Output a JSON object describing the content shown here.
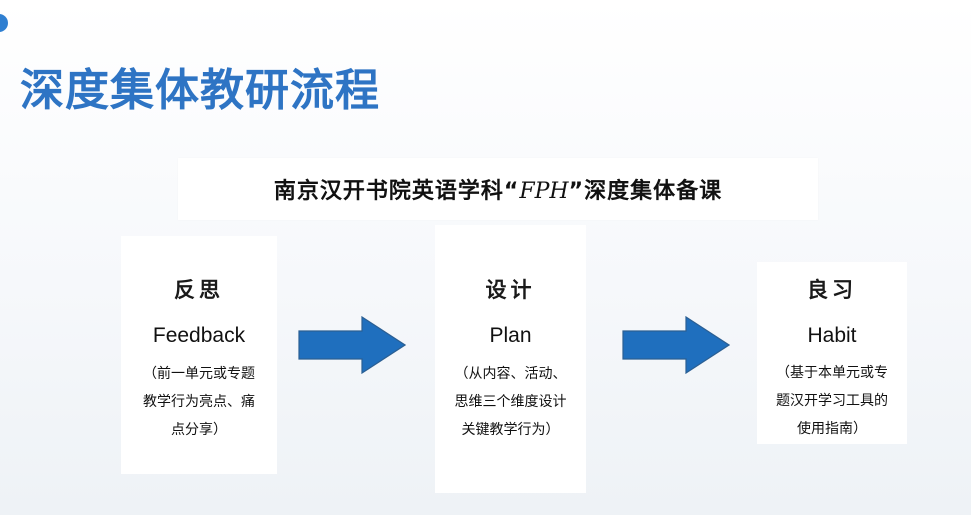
{
  "slide": {
    "title": "深度集体教研流程"
  },
  "banner": {
    "prefix": "南京汉开书院英语学科“",
    "fph": "FPH",
    "suffix": "”深度集体备课"
  },
  "steps": [
    {
      "heading": "反思",
      "subheading": "Feedback",
      "description": [
        "（前一单元或专题",
        "教学行为亮点、痛",
        "点分享）"
      ]
    },
    {
      "heading": "设计",
      "subheading": "Plan",
      "description": [
        "（从内容、活动、",
        "思维三个维度设计",
        "关键教学行为）"
      ]
    },
    {
      "heading": "良习",
      "subheading": "Habit",
      "description": [
        "（基于本单元或专",
        "题汉开学习工具的",
        "使用指南）"
      ]
    }
  ],
  "colors": {
    "title": "#2e74c4",
    "arrow_fill": "#1f6fbe",
    "arrow_stroke": "#2b5f93",
    "accent_dot": "#2f7fd1"
  },
  "icons": {
    "flow_arrow": "right-arrow-icon"
  }
}
